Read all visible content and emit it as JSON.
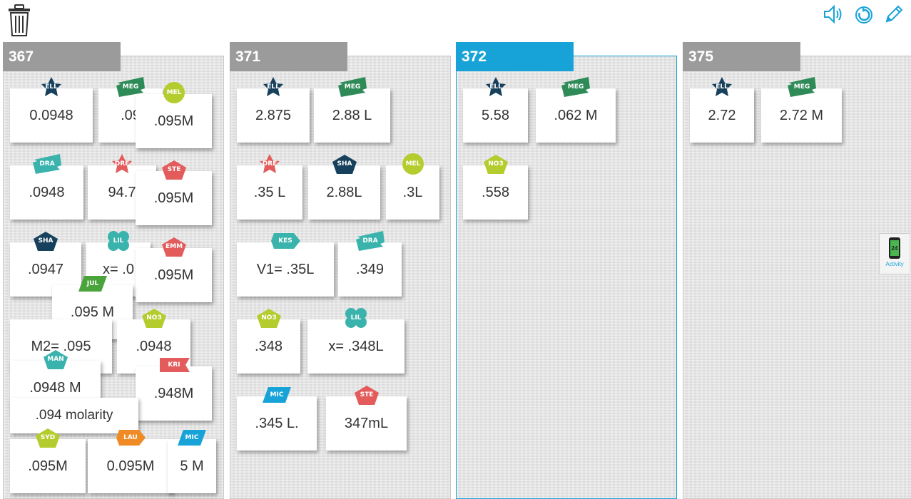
{
  "toolbar": {
    "trash_icon": "trash-icon",
    "right_icons": [
      "speaker-icon",
      "refresh-icon",
      "pencil-icon"
    ],
    "accent": "#18a3d8"
  },
  "activity": {
    "count": "24",
    "label": "Activity"
  },
  "columns": [
    {
      "title": "367",
      "active": false,
      "cards": [
        {
          "text": "0.0948",
          "badge": {
            "label": "ELL",
            "shape": "star",
            "color": "#17405c"
          }
        },
        {
          "text": ".09",
          "badge": {
            "label": "MEG",
            "shape": "ribbon",
            "color": "#2e8b57"
          }
        },
        {
          "text": ".095M",
          "badge": {
            "label": "MEL",
            "shape": "circle",
            "color": "#b5cc2e"
          }
        },
        {
          "text": ".0948",
          "badge": {
            "label": "DRA",
            "shape": "ribbon",
            "color": "#3bb3ad"
          }
        },
        {
          "text": "94.7",
          "badge": {
            "label": "DRE",
            "shape": "star",
            "color": "#e35b5b"
          }
        },
        {
          "text": ".095M",
          "badge": {
            "label": "STE",
            "shape": "pentagon",
            "color": "#e35b5b"
          }
        },
        {
          "text": ".0947",
          "badge": {
            "label": "SHA",
            "shape": "pentagon",
            "color": "#17405c"
          }
        },
        {
          "text": "x= .0",
          "badge": {
            "label": "LIL",
            "shape": "flower",
            "color": "#3bb3ad"
          }
        },
        {
          "text": ".095M",
          "badge": {
            "label": "EMM",
            "shape": "pentagon",
            "color": "#e35b5b"
          }
        },
        {
          "text": ".095 M",
          "badge": {
            "label": "JUL",
            "shape": "parallelogram",
            "color": "#4aa33b"
          }
        },
        {
          "text": "M2= .095",
          "badge": null
        },
        {
          "text": ".0948",
          "badge": {
            "label": "NO3",
            "shape": "pentagon",
            "color": "#b5cc2e"
          }
        },
        {
          "text": ".0948 M",
          "badge": {
            "label": "MAN",
            "shape": "pentagon",
            "color": "#3bb3ad"
          }
        },
        {
          "text": ".948M",
          "badge": {
            "label": "KRI",
            "shape": "banner",
            "color": "#e35b5b"
          }
        },
        {
          "text": ".094 molarity",
          "badge": null
        },
        {
          "text": ".095M",
          "badge": {
            "label": "SYD",
            "shape": "pentagon",
            "color": "#b5cc2e"
          }
        },
        {
          "text": "0.095M",
          "badge": {
            "label": "LAU",
            "shape": "arrow",
            "color": "#f08a24"
          }
        },
        {
          "text": "5 M",
          "badge": {
            "label": "MIC",
            "shape": "parallelogram",
            "color": "#18a3d8"
          }
        }
      ]
    },
    {
      "title": "371",
      "active": false,
      "cards": [
        {
          "text": "2.875",
          "badge": {
            "label": "ELL",
            "shape": "star",
            "color": "#17405c"
          }
        },
        {
          "text": "2.88 L",
          "badge": {
            "label": "MEG",
            "shape": "ribbon",
            "color": "#2e8b57"
          }
        },
        {
          "text": ".35 L",
          "badge": {
            "label": "DRE",
            "shape": "star",
            "color": "#e35b5b"
          }
        },
        {
          "text": "2.88L",
          "badge": {
            "label": "SHA",
            "shape": "pentagon",
            "color": "#17405c"
          }
        },
        {
          "text": ".3L",
          "badge": {
            "label": "MEL",
            "shape": "circle",
            "color": "#b5cc2e"
          }
        },
        {
          "text": "V1= .35L",
          "badge": {
            "label": "KES",
            "shape": "arrow",
            "color": "#3bb3ad"
          }
        },
        {
          "text": ".349",
          "badge": {
            "label": "DRA",
            "shape": "ribbon",
            "color": "#3bb3ad"
          }
        },
        {
          "text": ".348",
          "badge": {
            "label": "NO3",
            "shape": "pentagon",
            "color": "#b5cc2e"
          }
        },
        {
          "text": "x= .348L",
          "badge": {
            "label": "LIL",
            "shape": "flower",
            "color": "#3bb3ad"
          }
        },
        {
          "text": ".345 L.",
          "badge": {
            "label": "MIC",
            "shape": "parallelogram",
            "color": "#18a3d8"
          }
        },
        {
          "text": "347mL",
          "badge": {
            "label": "STE",
            "shape": "pentagon",
            "color": "#e35b5b"
          }
        }
      ]
    },
    {
      "title": "372",
      "active": true,
      "cards": [
        {
          "text": "5.58",
          "badge": {
            "label": "ELL",
            "shape": "star",
            "color": "#17405c"
          }
        },
        {
          "text": ".062 M",
          "badge": {
            "label": "MEG",
            "shape": "ribbon",
            "color": "#2e8b57"
          }
        },
        {
          "text": ".558",
          "badge": {
            "label": "NO3",
            "shape": "pentagon",
            "color": "#b5cc2e"
          }
        }
      ]
    },
    {
      "title": "375",
      "active": false,
      "cards": [
        {
          "text": "2.72",
          "badge": {
            "label": "ELL",
            "shape": "star",
            "color": "#17405c"
          }
        },
        {
          "text": "2.72 M",
          "badge": {
            "label": "MEG",
            "shape": "ribbon",
            "color": "#2e8b57"
          }
        }
      ]
    }
  ]
}
